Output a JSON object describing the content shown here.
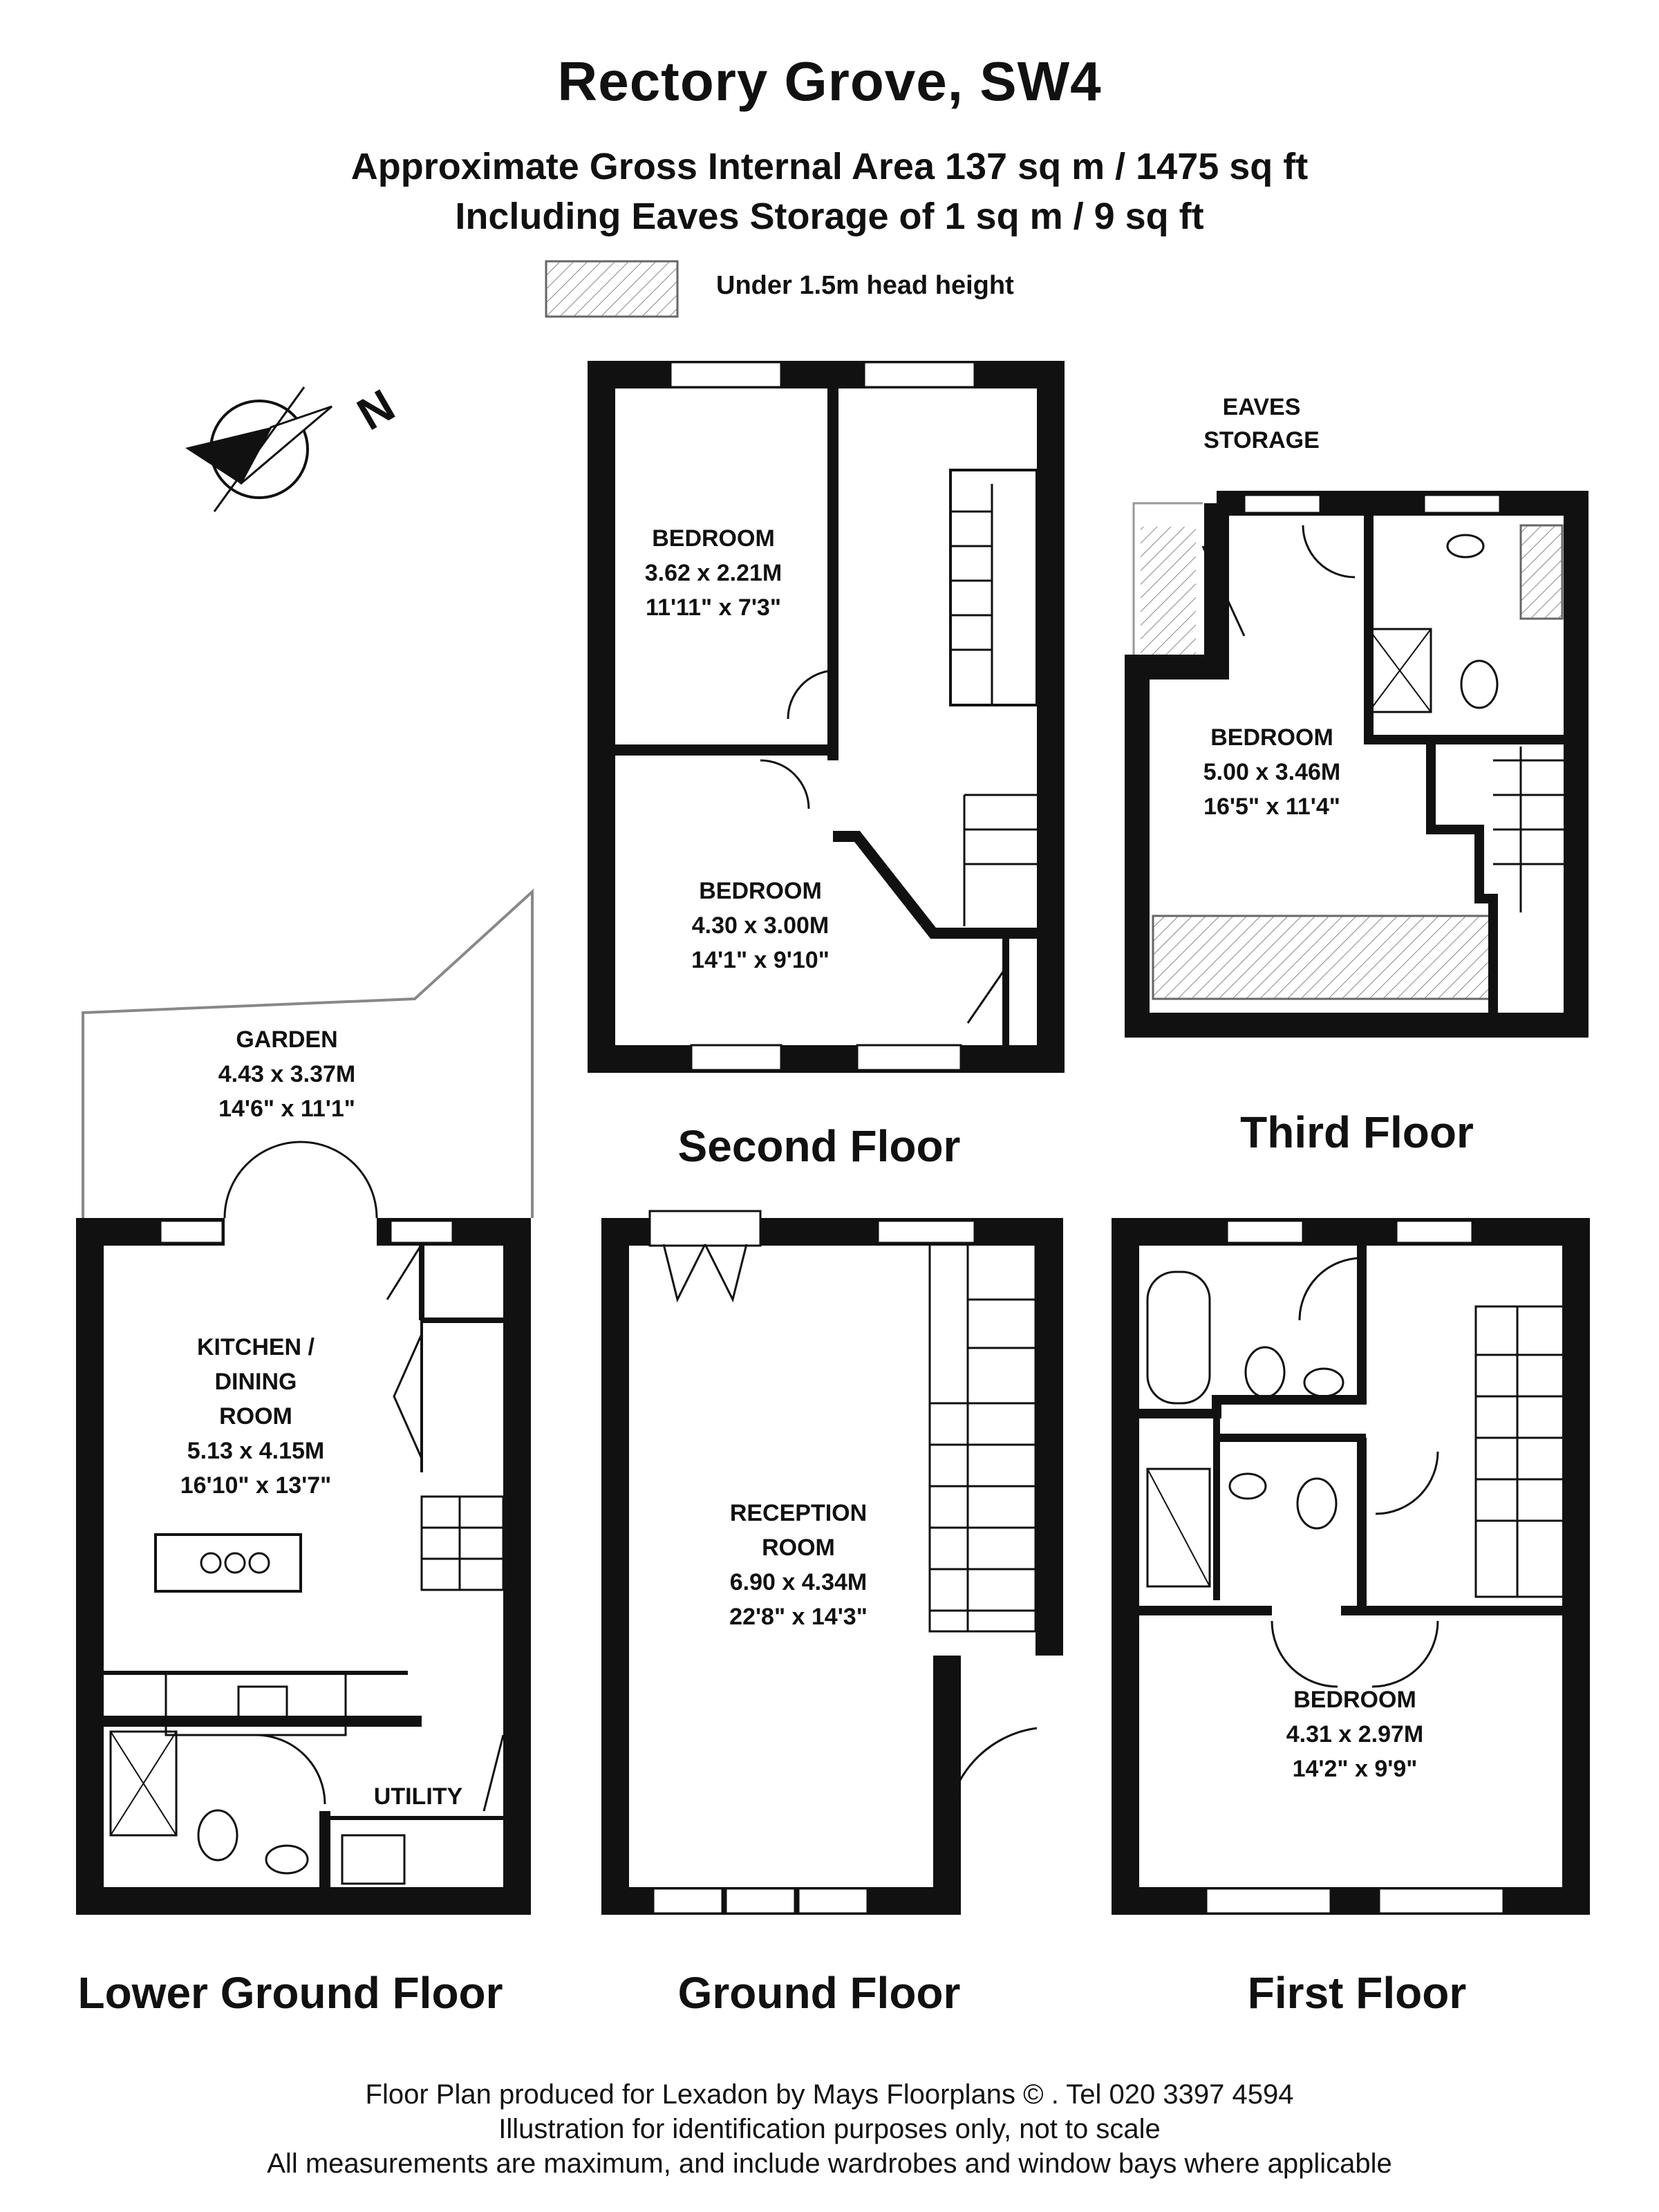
{
  "header": {
    "title": "Rectory Grove,  SW4",
    "area_line1": "Approximate Gross Internal Area 137 sq m  /  1475 sq ft",
    "area_line2": "Including Eaves Storage of  1 sq m  /  9 sq ft",
    "legend_label": "Under 1.5m head height"
  },
  "compass": {
    "label": "N",
    "icon": "north-arrow-icon"
  },
  "floors": {
    "lower_ground": "Lower Ground Floor",
    "ground": "Ground Floor",
    "first": "First Floor",
    "second": "Second Floor",
    "third": "Third Floor"
  },
  "rooms": {
    "garden": [
      "GARDEN",
      "4.43 x 3.37M",
      "14'6\" x 11'1\""
    ],
    "kitchen": [
      "KITCHEN /",
      "DINING",
      "ROOM",
      "5.13 x 4.15M",
      "16'10\" x 13'7\""
    ],
    "utility": "UTILITY",
    "reception": [
      "RECEPTION",
      "ROOM",
      "6.90 x 4.34M",
      "22'8\" x 14'3\""
    ],
    "second_bed_a": [
      "BEDROOM",
      "3.62 x 2.21M",
      "11'11\" x 7'3\""
    ],
    "second_bed_b": [
      "BEDROOM",
      "4.30 x 3.00M",
      "14'1\" x 9'10\""
    ],
    "first_bed": [
      "BEDROOM",
      "4.31 x 2.97M",
      "14'2\" x 9'9\""
    ],
    "third_bed": [
      "BEDROOM",
      "5.00 x 3.46M",
      "16'5\" x 11'4\""
    ],
    "eaves": [
      "EAVES",
      "STORAGE"
    ]
  },
  "footer": {
    "line1": "Floor Plan produced for Lexadon by Mays Floorplans  © . Tel 020 3397 4594",
    "line2": "Illustration for identification purposes only, not to scale",
    "line3": "All measurements are maximum, and include wardrobes and window bays where applicable"
  }
}
